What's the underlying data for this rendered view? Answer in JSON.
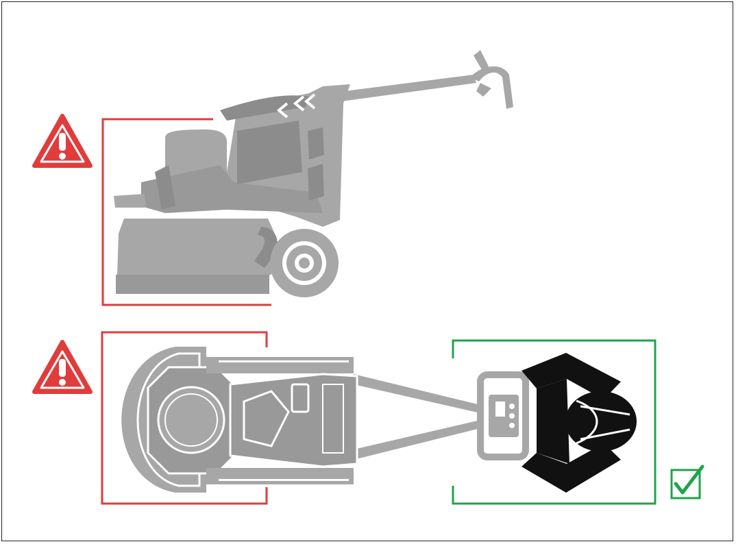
{
  "colors": {
    "danger": "#e03c3c",
    "safe": "#1fa34a",
    "machine": "#a7a7a7",
    "machine_dark": "#8c8c8c",
    "operator": "#111111"
  },
  "icons": {
    "warning_side": "warning-triangle-icon",
    "warning_top": "warning-triangle-icon",
    "safe_check": "checkmark-icon"
  },
  "zones": {
    "side_view": "danger",
    "top_view_front": "danger",
    "top_view_operator": "safe"
  }
}
